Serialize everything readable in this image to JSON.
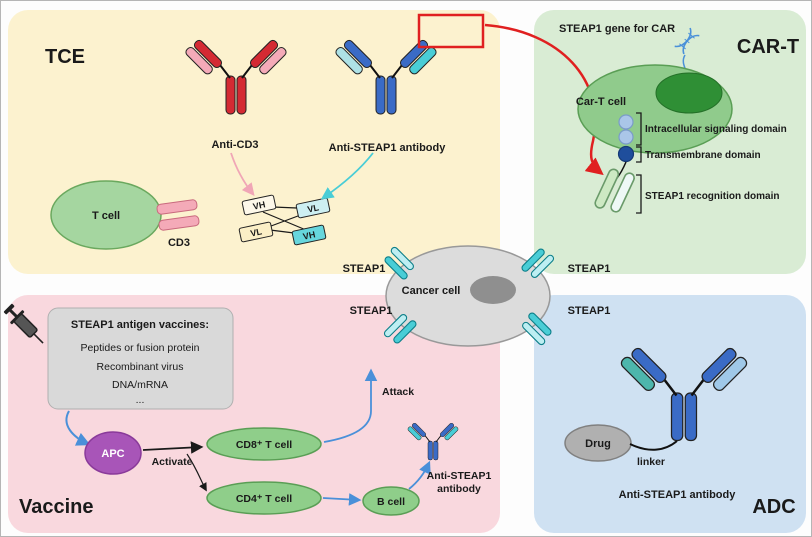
{
  "tce": {
    "title": "TCE",
    "anti_cd3_label": "Anti-CD3",
    "anti_steap1_label": "Anti-STEAP1 antibody",
    "t_cell": "T cell",
    "cd3": "CD3",
    "domains": [
      "VH",
      "VL",
      "VL",
      "VH"
    ]
  },
  "cart": {
    "title": "CAR-T",
    "gene_label": "STEAP1 gene for CAR",
    "cell_label": "Car-T cell",
    "intracellular": "Intracellular signaling domain",
    "transmembrane": "Transmembrane domain",
    "recognition": "STEAP1 recognition domain"
  },
  "cancer": {
    "label": "Cancer cell",
    "steap1": "STEAP1"
  },
  "vaccine": {
    "title": "Vaccine",
    "box_title": "STEAP1 antigen vaccines:",
    "box_lines": [
      "Peptides or fusion protein",
      "Recombinant virus",
      "DNA/mRNA",
      "..."
    ],
    "apc": "APC",
    "activate": "Activate",
    "cd8": "CD8⁺ T cell",
    "cd4": "CD4⁺ T cell",
    "b_cell": "B cell",
    "attack": "Attack",
    "antibody_line1": "Anti-STEAP1",
    "antibody_line2": "antibody"
  },
  "adc": {
    "title": "ADC",
    "drug": "Drug",
    "linker": "linker",
    "antibody_label": "Anti-STEAP1  antibody"
  },
  "colors": {
    "tce_bg": "#fcf2cf",
    "cart_bg": "#d9ecd4",
    "vaccine_bg": "#f9d8de",
    "adc_bg": "#cfe1f2",
    "steap1_cyan": "#49cdd6",
    "antibody_blue": "#3a6bc6",
    "anti_cd3_red": "#d42a33",
    "anti_cd3_pink": "#f4aab8",
    "arrow_red": "#e02020",
    "arrow_blue": "#4a90d9",
    "t_cell_green": "#a5d6a0",
    "car_t_green": "#90cb8c",
    "apc_purple": "#a855b8",
    "cancer_gray": "#dcdcdc"
  }
}
